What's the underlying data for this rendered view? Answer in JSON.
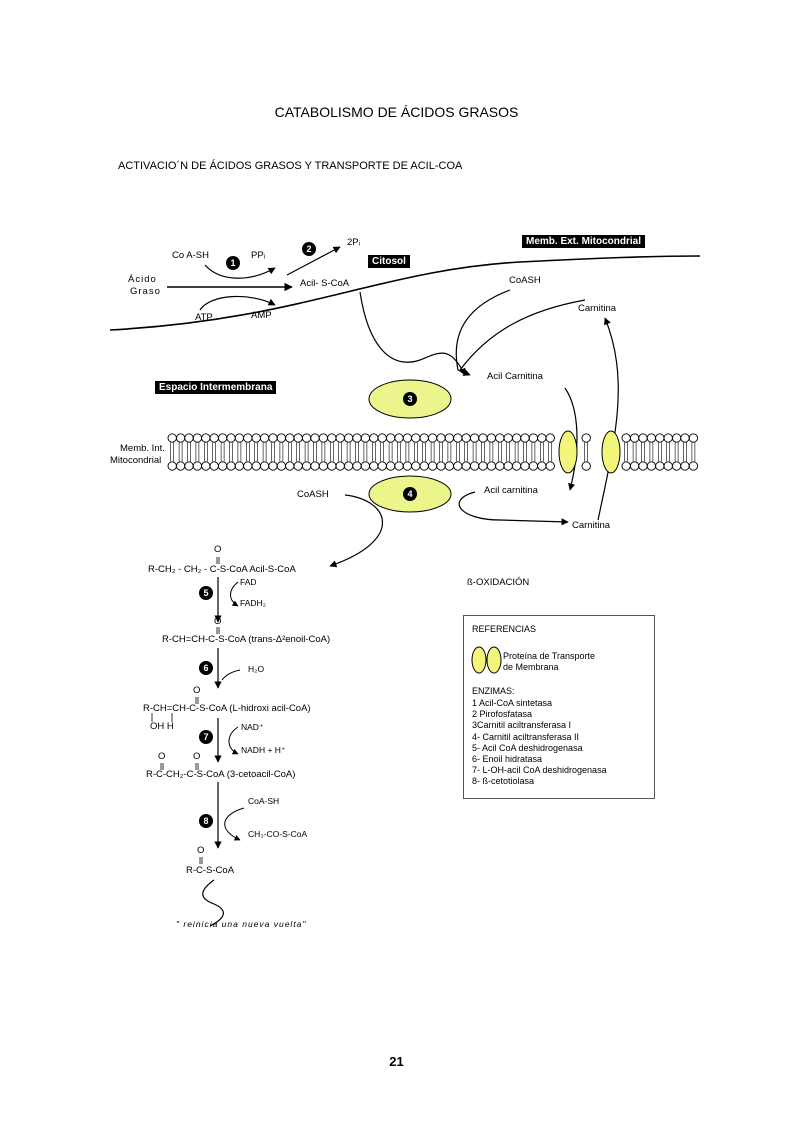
{
  "title": "CATABOLISMO DE ÁCIDOS GRASOS",
  "subtitle": "ACTIVACIO´N DE ÁCIDOS GRASOS Y TRANSPORTE DE ACIL-COA",
  "labels": {
    "coash_1": "Co A-SH",
    "ppi": "PPᵢ",
    "two_pi": "2Pᵢ",
    "acido_graso_1": "Ácido",
    "acido_graso_2": "Graso",
    "atp": "ATP",
    "amp": "AMP",
    "acil_scoa": "Acil- S-CoA",
    "citosol": "Citosol",
    "memb_ext": "Memb. Ext. Mitocondrial",
    "coash_2": "CoASH",
    "carnitina_1": "Carnitina",
    "acil_carnitina_1": "Acil Carnitina",
    "espacio": "Espacio Intermembrana",
    "memb_int_1": "Memb. Int.",
    "memb_int_2": "Mitocondrial",
    "coash_3": "CoASH",
    "acil_carnitina_2": "Acil carnitina",
    "carnitina_2": "Carnitina",
    "beta_ox": "ß-OXIDACIÓN"
  },
  "numbers": [
    "1",
    "2",
    "3",
    "4",
    "5",
    "6",
    "7",
    "8"
  ],
  "pathway": {
    "o1": "O",
    "chem1": "R-CH₂ - CH₂ - C-S-CoA Acil-S-CoA",
    "fad": "FAD",
    "fadh2": "FADH₂",
    "o2": "O",
    "chem2": "R-CH=CH-C-S-CoA (trans-Δ²enoil-CoA)",
    "h2o": "H₂O",
    "o3": "O",
    "chem3": "R-CH=CH-C-S-CoA (L-hidroxi acil-CoA)",
    "oh_h": "OH H",
    "nad": "NAD⁺",
    "nadh": "NADH + H⁺",
    "o4a": "O",
    "o4b": "O",
    "chem4": "R-C-CH₂-C-S-CoA (3-cetoacil-CoA)",
    "coa_sh": "CoA-SH",
    "ch3": "CH₃-CO-S-CoA",
    "o5": "O",
    "chem5": "R-C-S-CoA",
    "reinicia": "\" reinicia una nueva vuelta\""
  },
  "references": {
    "header": "REFERENCIAS",
    "protein_1": "Proteína de Transporte",
    "protein_2": "de Membrana",
    "enzimas": "ENZIMAS:",
    "items": [
      "1  Acil-CoA sintetasa",
      "2  Pirofosfatasa",
      "3Carnitil aciltransferasa I",
      "4- Carnitil aciltransferasa II",
      "5- Acil CoA deshidrogenasa",
      "6- Enoil hidratasa",
      "7- L-OH-acil CoA deshidrogenasa",
      "8- ß-cetotiolasa"
    ]
  },
  "page_number": "21",
  "colors": {
    "enzyme_fill": "#ecf48c",
    "protein_fill": "#f3f57a",
    "stroke": "#000000"
  }
}
